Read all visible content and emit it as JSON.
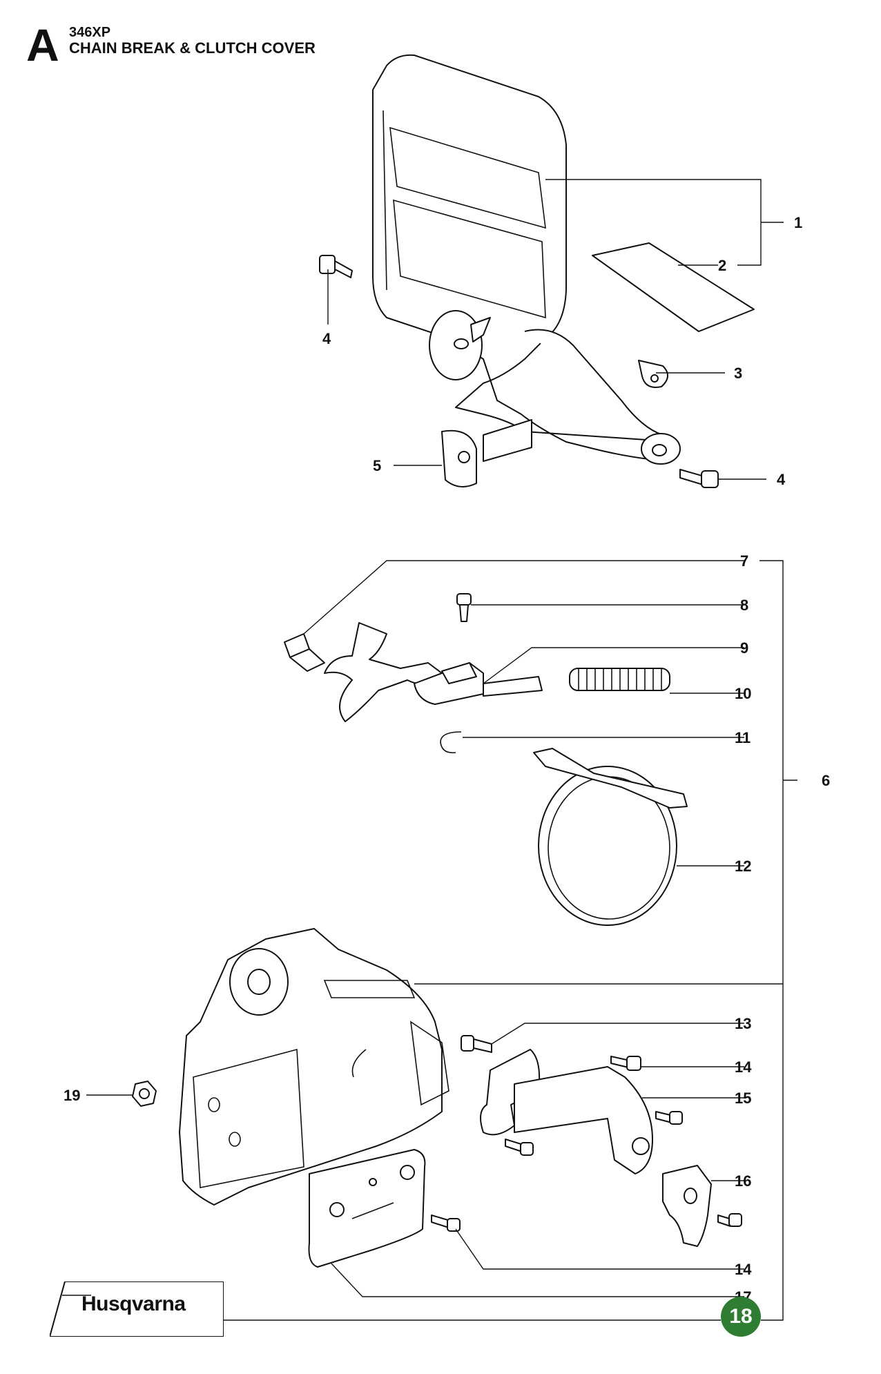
{
  "header": {
    "section_letter": "A",
    "model": "346XP",
    "title": "CHAIN BREAK & CLUTCH COVER"
  },
  "callouts": [
    "1",
    "2",
    "3",
    "4",
    "4",
    "5",
    "6",
    "7",
    "8",
    "9",
    "10",
    "11",
    "12",
    "13",
    "14",
    "15",
    "16",
    "14",
    "17",
    "19"
  ],
  "brand": {
    "name": "Husqvarna"
  },
  "page": {
    "number": "18",
    "badge_color": "#2e7d32"
  }
}
